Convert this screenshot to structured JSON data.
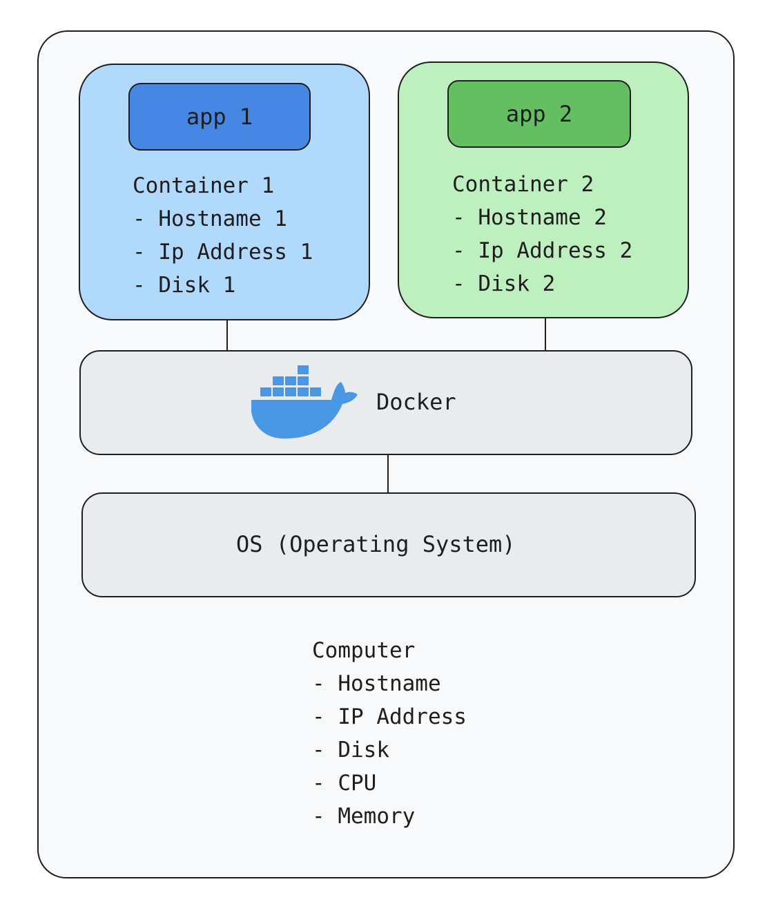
{
  "computer": {
    "title": "Computer",
    "specs": [
      "- Hostname",
      "- IP Address",
      "- Disk",
      "- CPU",
      "- Memory"
    ]
  },
  "containers": [
    {
      "app_label": "app 1",
      "title": "Container 1",
      "specs": [
        "- Hostname 1",
        "- Ip Address 1",
        "- Disk 1"
      ],
      "color": "#b1d9fb",
      "app_color": "#4587e2"
    },
    {
      "app_label": "app 2",
      "title": "Container 2",
      "specs": [
        "- Hostname 2",
        "- Ip Address 2",
        "- Disk 2"
      ],
      "color": "#bef0bf",
      "app_color": "#63bf62"
    }
  ],
  "docker": {
    "label": "Docker",
    "icon": "docker-whale-icon",
    "logo_color": "#4a97e6"
  },
  "os": {
    "label": "OS (Operating System)"
  }
}
